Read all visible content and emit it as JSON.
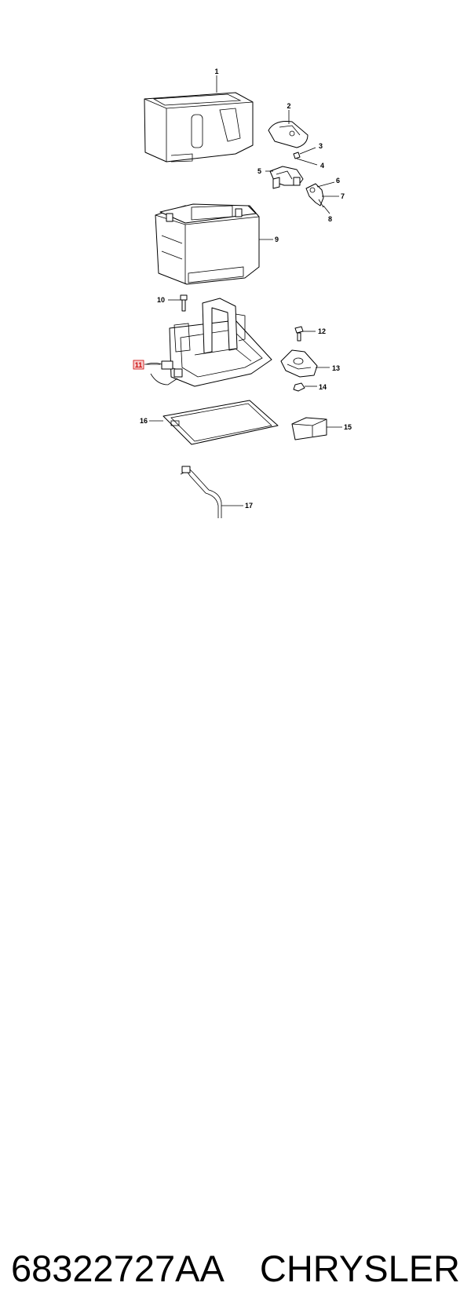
{
  "callouts": [
    {
      "id": "1",
      "label": "1"
    },
    {
      "id": "2",
      "label": "2"
    },
    {
      "id": "3",
      "label": "3"
    },
    {
      "id": "4",
      "label": "4"
    },
    {
      "id": "5",
      "label": "5"
    },
    {
      "id": "6",
      "label": "6"
    },
    {
      "id": "7",
      "label": "7"
    },
    {
      "id": "8",
      "label": "8"
    },
    {
      "id": "9",
      "label": "9"
    },
    {
      "id": "10",
      "label": "10"
    },
    {
      "id": "11",
      "label": "11",
      "highlight": true,
      "highlight_color": "#cc0000"
    },
    {
      "id": "12",
      "label": "12"
    },
    {
      "id": "13",
      "label": "13"
    },
    {
      "id": "14",
      "label": "14"
    },
    {
      "id": "15",
      "label": "15"
    },
    {
      "id": "16",
      "label": "16"
    },
    {
      "id": "17",
      "label": "17"
    }
  ],
  "footer": {
    "part_number": "68322727AA",
    "brand": "CHRYSLER"
  },
  "colors": {
    "line": "#000000",
    "background": "#ffffff",
    "highlight": "#cc0000"
  }
}
